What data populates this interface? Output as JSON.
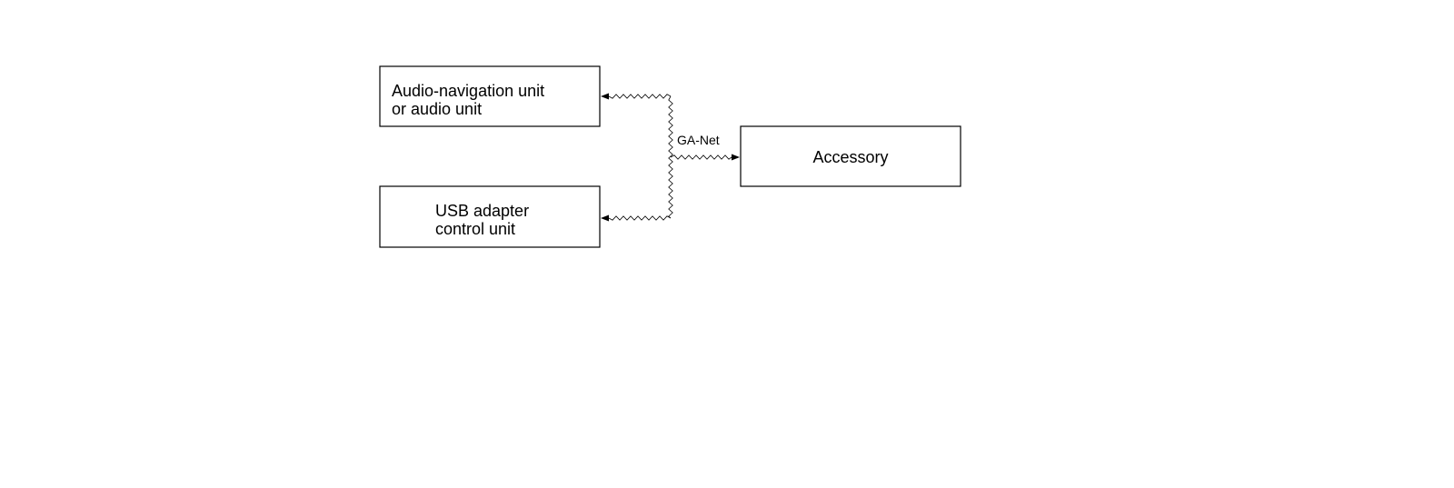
{
  "diagram": {
    "nodes": {
      "audio_nav": {
        "line1": "Audio-navigation unit",
        "line2": "or audio unit"
      },
      "usb_adapter": {
        "line1": "USB adapter",
        "line2": "control unit"
      },
      "accessory": {
        "label": "Accessory"
      }
    },
    "bus": {
      "label": "GA-Net"
    },
    "connections": [
      {
        "from": "accessory",
        "to": "audio_nav",
        "via": "bus"
      },
      {
        "from": "accessory",
        "to": "usb_adapter",
        "via": "bus"
      }
    ]
  }
}
